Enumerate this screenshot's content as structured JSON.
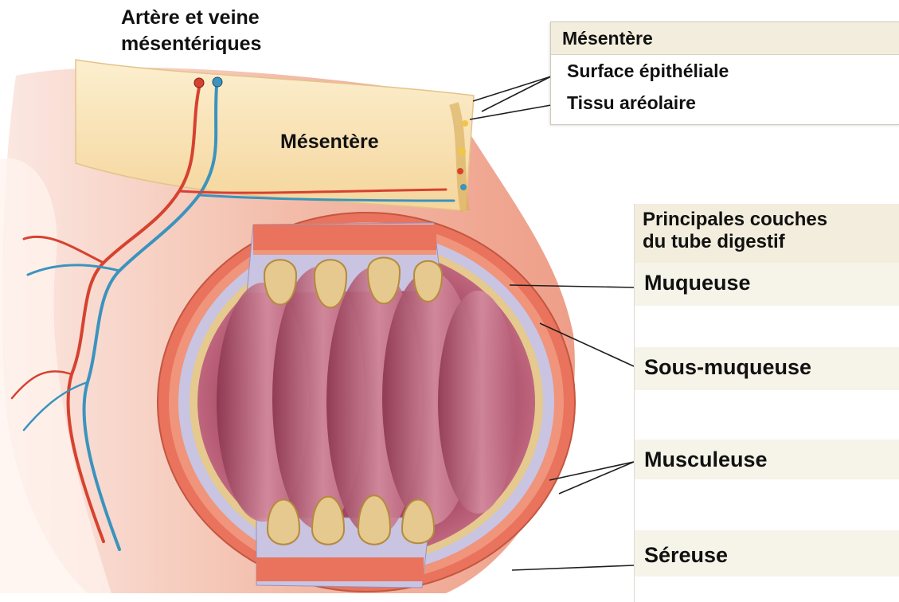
{
  "labels": {
    "vessels_line1": "Artère et veine",
    "vessels_line2": "mésentériques",
    "mesentery": "Mésentère"
  },
  "mesentery_box": {
    "title": "Mésentère",
    "items": [
      "Surface épithéliale",
      "Tissu aréolaire"
    ]
  },
  "layers_box": {
    "title_line1": "Principales couches",
    "title_line2": "du tube digestif",
    "layers": [
      "Muqueuse",
      "Sous-muqueuse",
      "Musculeuse",
      "Séreuse"
    ]
  },
  "colors": {
    "mesentery_fill": "#fae6b6",
    "tissue": "#f3b9a2",
    "muscle": "#e9735c",
    "submucosa": "#c8c4e2",
    "mucosa_lumen": "#b5576e",
    "artery": "#d6422f",
    "vein": "#3b93be",
    "panel_header": "#f3eddd"
  }
}
